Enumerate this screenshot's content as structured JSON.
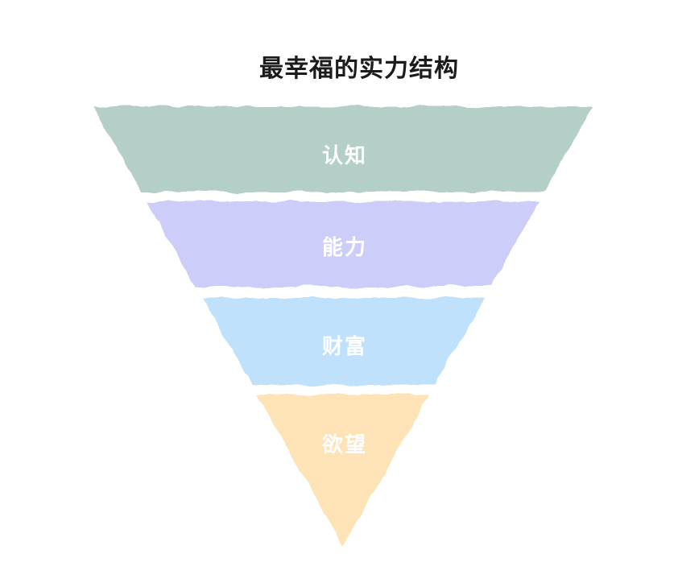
{
  "title": {
    "text": "最幸福的实力结构",
    "color": "#1c1c1e"
  },
  "funnel": {
    "type": "inverted-pyramid",
    "label_color": "#ffffff",
    "layers": [
      {
        "label": "认知",
        "color": "#b4cec8"
      },
      {
        "label": "能力",
        "color": "#cdcdf9"
      },
      {
        "label": "财富",
        "color": "#bfe1fb"
      },
      {
        "label": "欲望",
        "color": "#fde3b6"
      }
    ]
  },
  "page": {
    "background": "#ffffff"
  }
}
